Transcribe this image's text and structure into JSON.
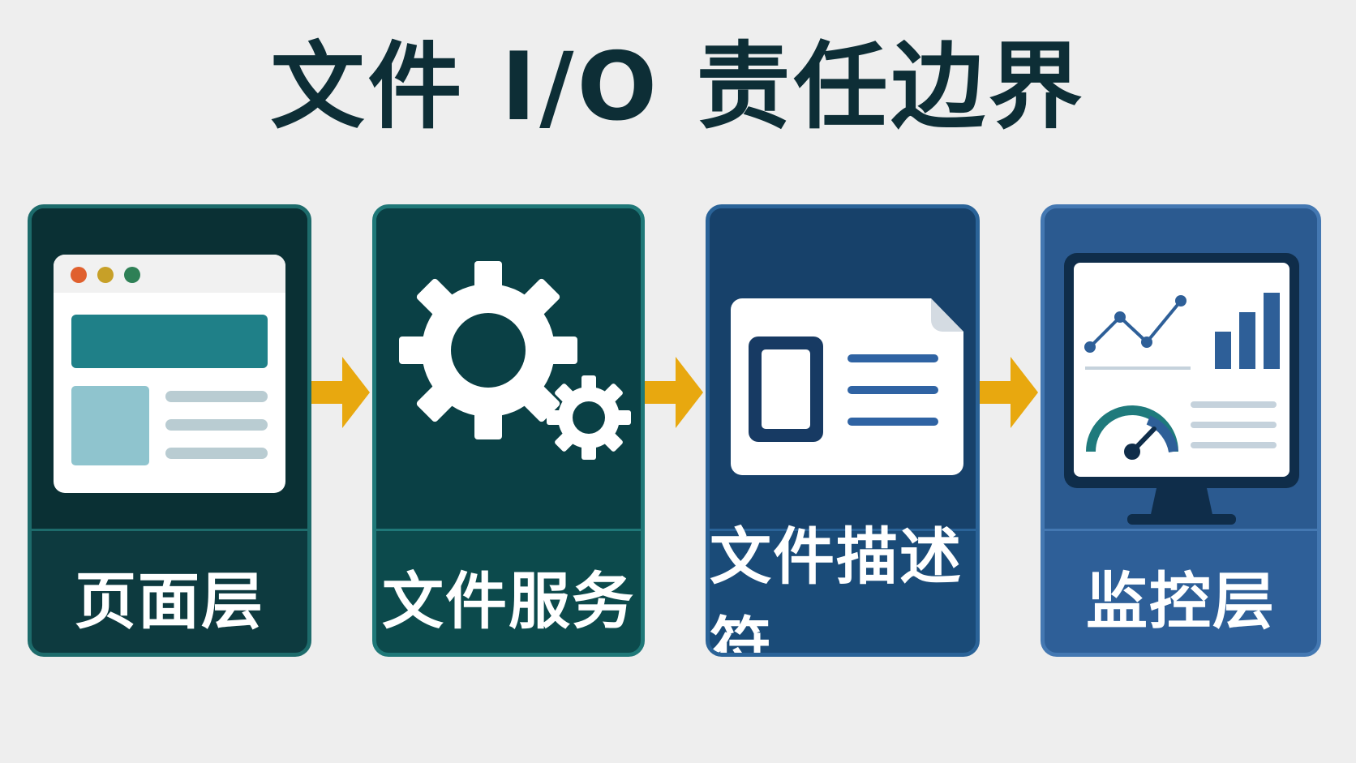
{
  "title": "文件 I/O 责任边界",
  "stages": [
    {
      "label": "页面层",
      "icon": "browser-window-icon"
    },
    {
      "label": "文件服务",
      "icon": "gears-icon"
    },
    {
      "label": "文件描述符",
      "icon": "file-descriptor-document-icon"
    },
    {
      "label": "监控层",
      "icon": "monitor-dashboard-icon"
    }
  ],
  "colors": {
    "background": "#eeeeee",
    "title": "#0d2e36",
    "arrow": "#e8a80f",
    "stage1": "#0d3a3f",
    "stage2": "#0c4a4c",
    "stage3": "#1a4b78",
    "stage4": "#2e5f98"
  }
}
